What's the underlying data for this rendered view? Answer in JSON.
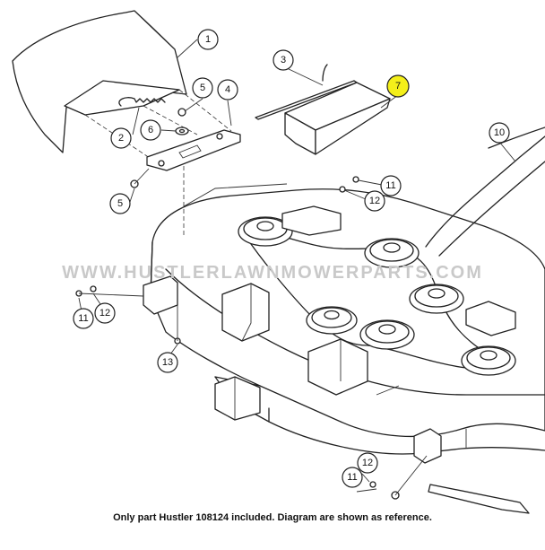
{
  "watermark": "WWW.HUSTLERLAWNMOWERPARTS.COM",
  "caption": "Only part Hustler 108124 included. Diagram are shown as reference.",
  "callouts": {
    "c1": "1",
    "c2": "2",
    "c3": "3",
    "c4": "4",
    "c5a": "5",
    "c5b": "5",
    "c6": "6",
    "c7": "7",
    "c10": "10",
    "c11a": "11",
    "c12a": "12",
    "c11b": "11",
    "c12b": "12",
    "c13": "13",
    "c11c": "11",
    "c12c": "12"
  },
  "highlight_color": "#f4ef1a"
}
